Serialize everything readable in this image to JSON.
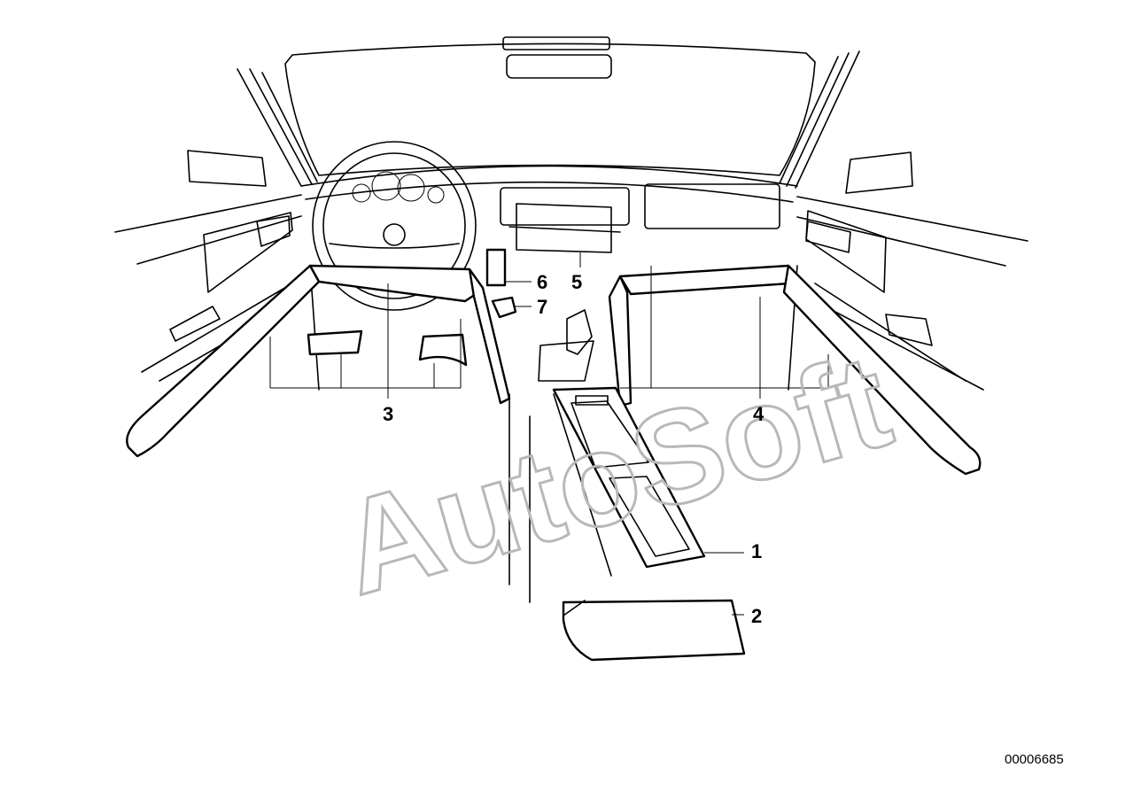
{
  "callouts": [
    {
      "id": "1",
      "text": "1"
    },
    {
      "id": "2",
      "text": "2"
    },
    {
      "id": "3",
      "text": "3"
    },
    {
      "id": "4",
      "text": "4"
    },
    {
      "id": "5",
      "text": "5"
    },
    {
      "id": "6",
      "text": "6"
    },
    {
      "id": "7",
      "text": "7"
    }
  ],
  "document_number": "00006685",
  "watermark": "AutoSoft"
}
